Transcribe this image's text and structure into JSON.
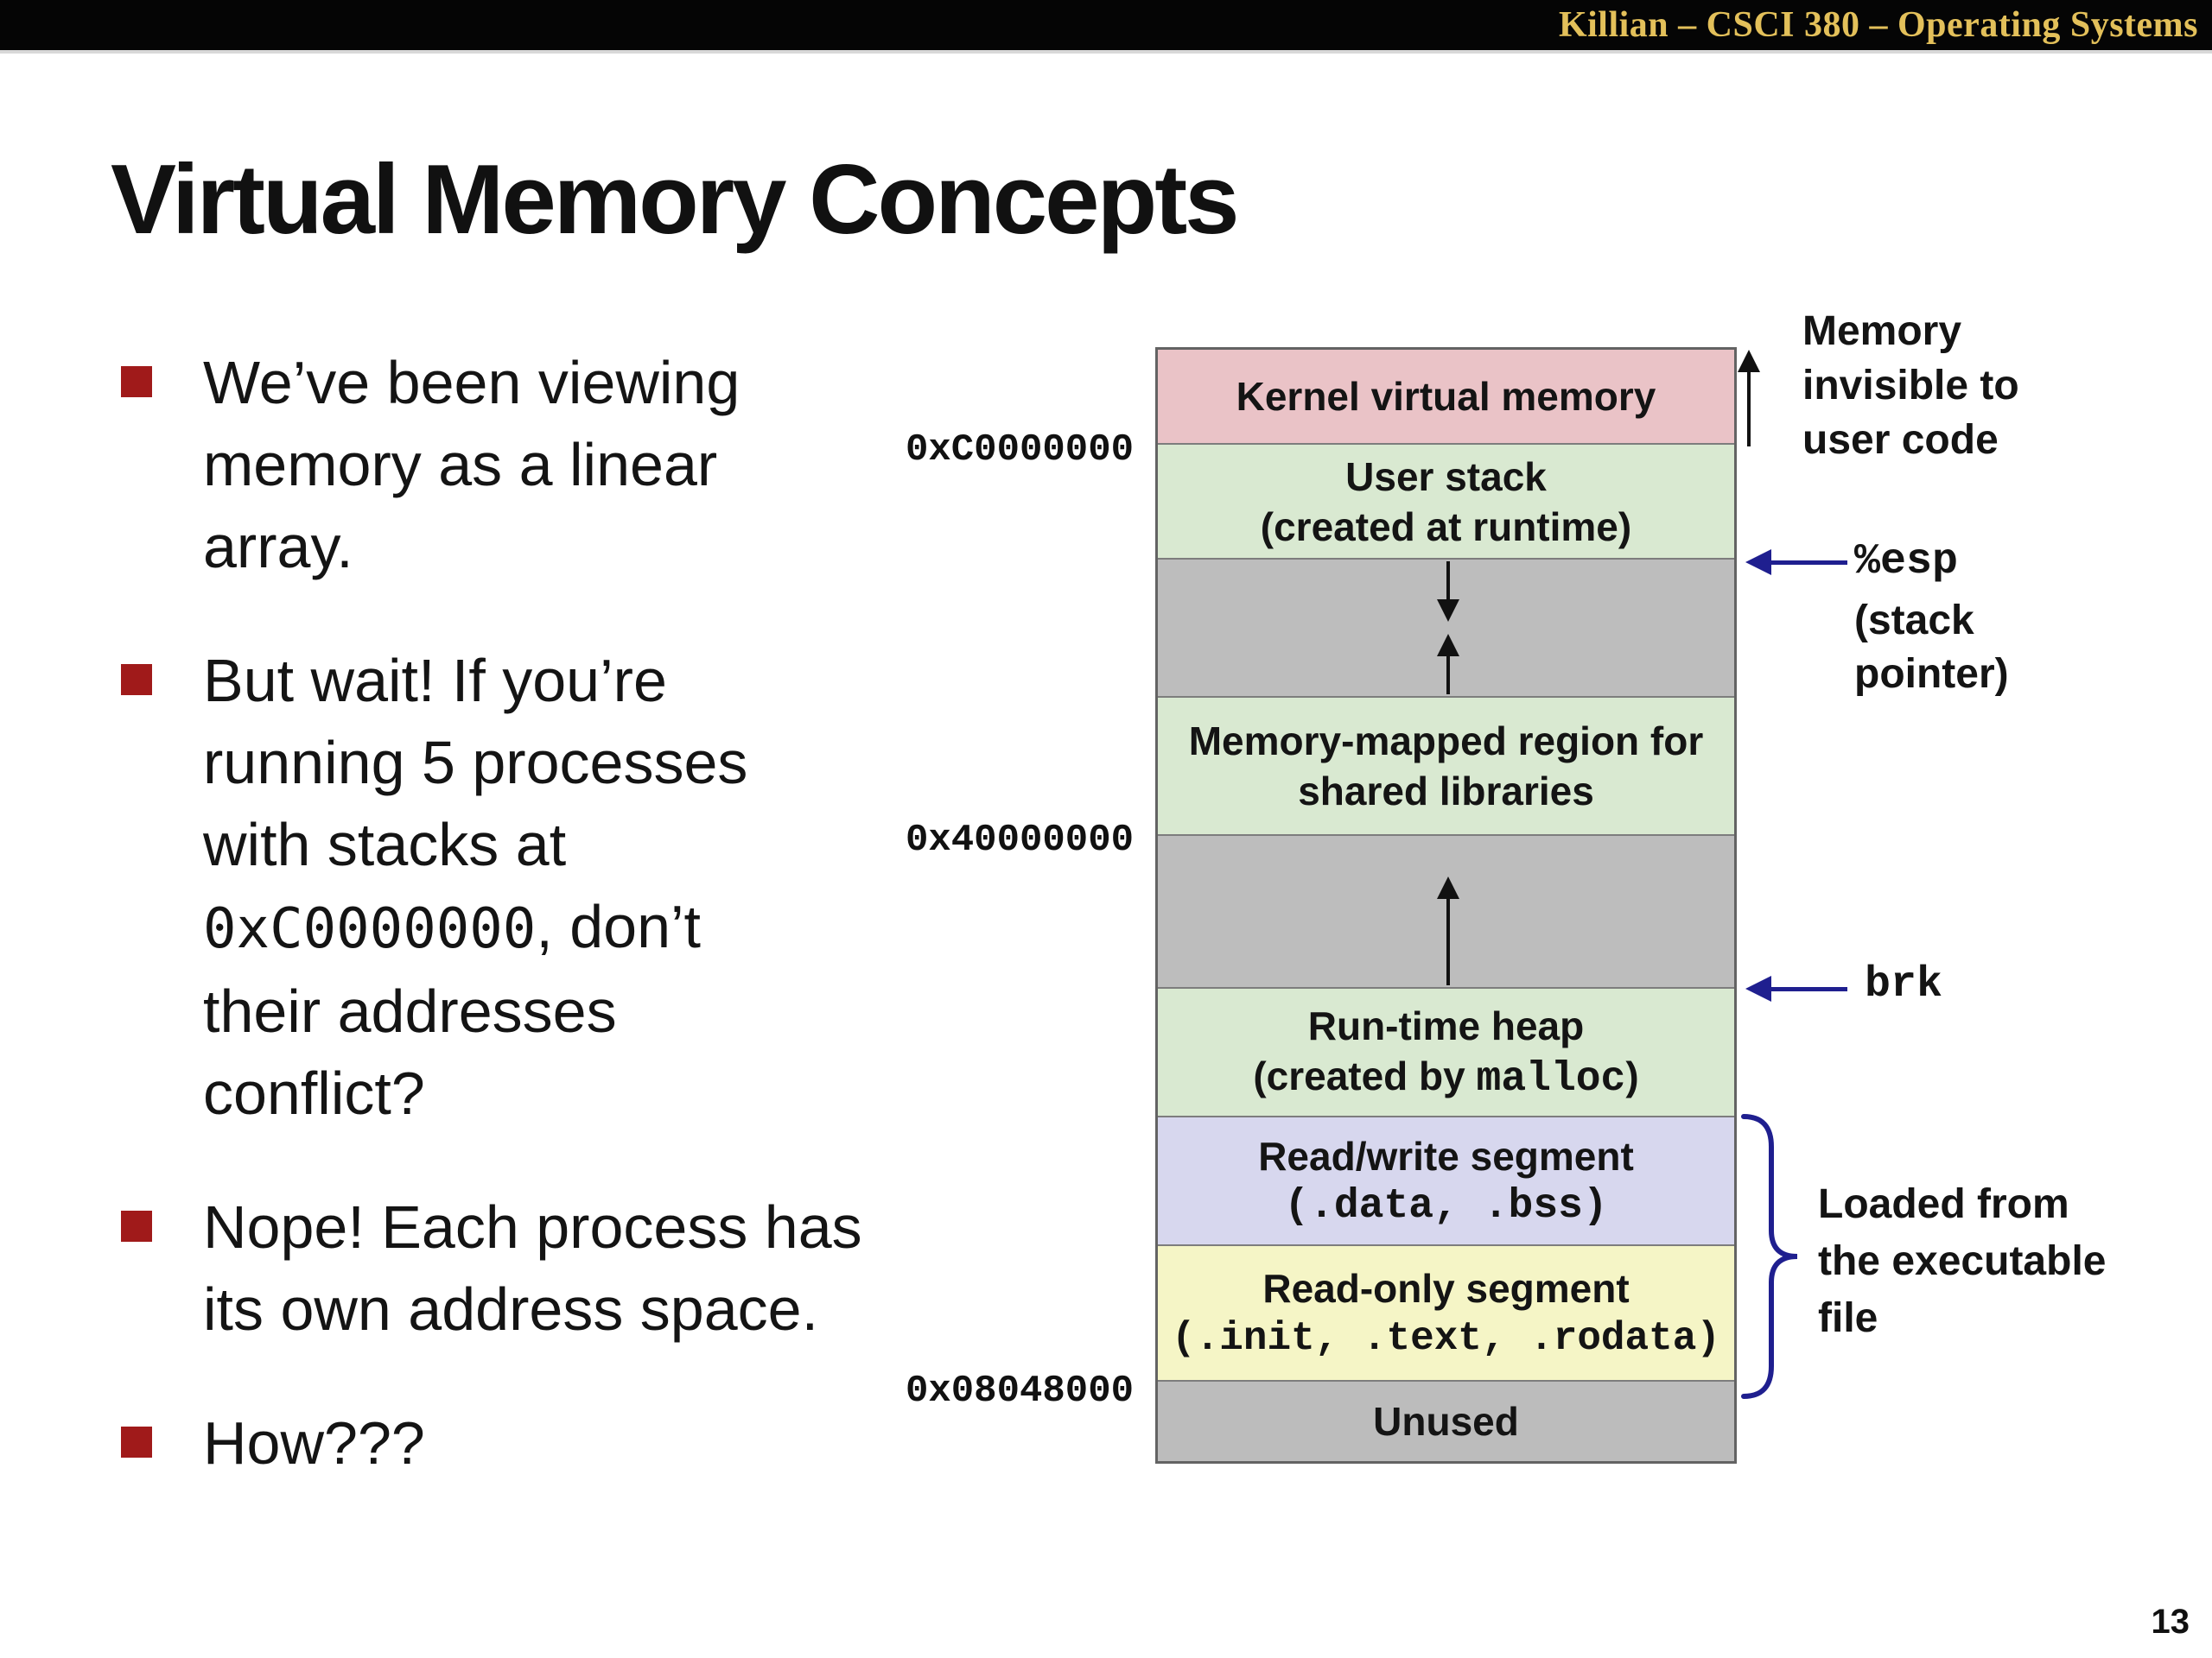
{
  "header": {
    "course_label": "Killian – CSCI 380 – Operating Systems"
  },
  "slide": {
    "title": "Virtual Memory Concepts",
    "page_number": "13",
    "bullets": {
      "b1": "We’ve been viewing\nmemory as a linear\narray.",
      "b2_pre": "But wait! If you’re\nrunning 5 processes\nwith stacks at\n",
      "b2_code": "0xC0000000",
      "b2_post": ", don’t\ntheir addresses\nconflict?",
      "b3": "Nope! Each process has\nits own address space.",
      "b4": "How???"
    }
  },
  "diagram": {
    "addresses": {
      "a1": "0xC0000000",
      "a2": "0x40000000",
      "a3": "0x08048000"
    },
    "segments": {
      "kernel": {
        "line1": "Kernel virtual memory"
      },
      "user_stack": {
        "line1": "User stack",
        "line2": "(created at runtime)"
      },
      "mmap": {
        "line1": "Memory-mapped region for",
        "line2": "shared libraries"
      },
      "heap": {
        "line1": "Run-time heap",
        "line2_pre": "(created by ",
        "line2_code": "malloc",
        "line2_post": ")"
      },
      "rw": {
        "line1": "Read/write segment",
        "line2": "(.data, .bss)"
      },
      "ro": {
        "line1": "Read-only segment",
        "line2": "(.init, .text, .rodata)"
      },
      "unused": {
        "line1": "Unused"
      }
    },
    "annotations": {
      "memory_invisible": "Memory\ninvisible to\nuser code",
      "esp_register": "%esp",
      "esp_caption": "(stack\npointer)",
      "brk_label": "brk",
      "loaded_from": "Loaded from\nthe executable\nfile"
    },
    "colors": {
      "kernel_pink": "#eac3c7",
      "region_green": "#d9e9d1",
      "growth_gray": "#bdbdbd",
      "rw_lavender": "#d7d7ee",
      "ro_yellow": "#f5f5c6",
      "unused_gray": "#bcbcbc",
      "bullet_red": "#a01a1a",
      "header_gold": "#e3c05a",
      "arrow_navy": "#1f1f8f"
    }
  }
}
